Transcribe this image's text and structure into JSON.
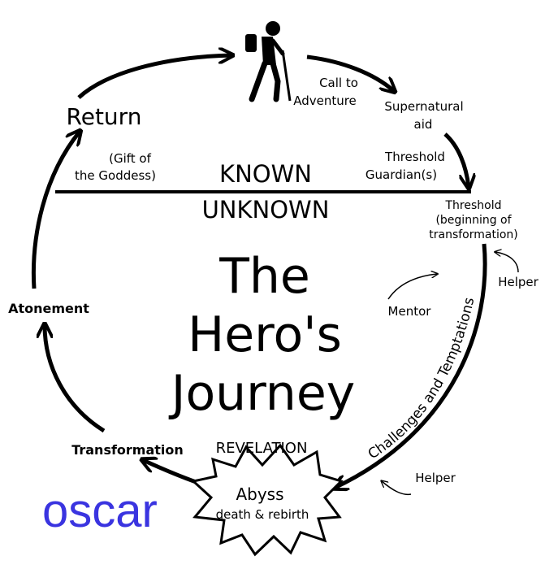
{
  "title_lines": [
    "The",
    "Hero's",
    "Journey"
  ],
  "divider": {
    "known": "KNOWN",
    "unknown": "UNKNOWN"
  },
  "stages": {
    "call": [
      "Call to",
      "Adventure"
    ],
    "aid": [
      "Supernatural",
      "aid"
    ],
    "guardian": [
      "Threshold",
      "Guardian(s)"
    ],
    "threshold": [
      "Threshold",
      "(beginning of",
      "transformation)"
    ],
    "helper_top": "Helper",
    "mentor": "Mentor",
    "challenges": "Challenges and Temptations",
    "helper_bottom": "Helper",
    "revelation": "REVELATION",
    "abyss": "Abyss",
    "abyss_sub": "death & rebirth",
    "transformation": "Transformation",
    "atonement": "Atonement",
    "return": "Return",
    "gift": [
      "(Gift of",
      "the Goddess)"
    ]
  },
  "logo_text": "oscar",
  "colors": {
    "ink": "#000000",
    "logo": "#3a34e0",
    "paper": "#ffffff"
  },
  "icons": {
    "hero": "hiker-icon"
  }
}
